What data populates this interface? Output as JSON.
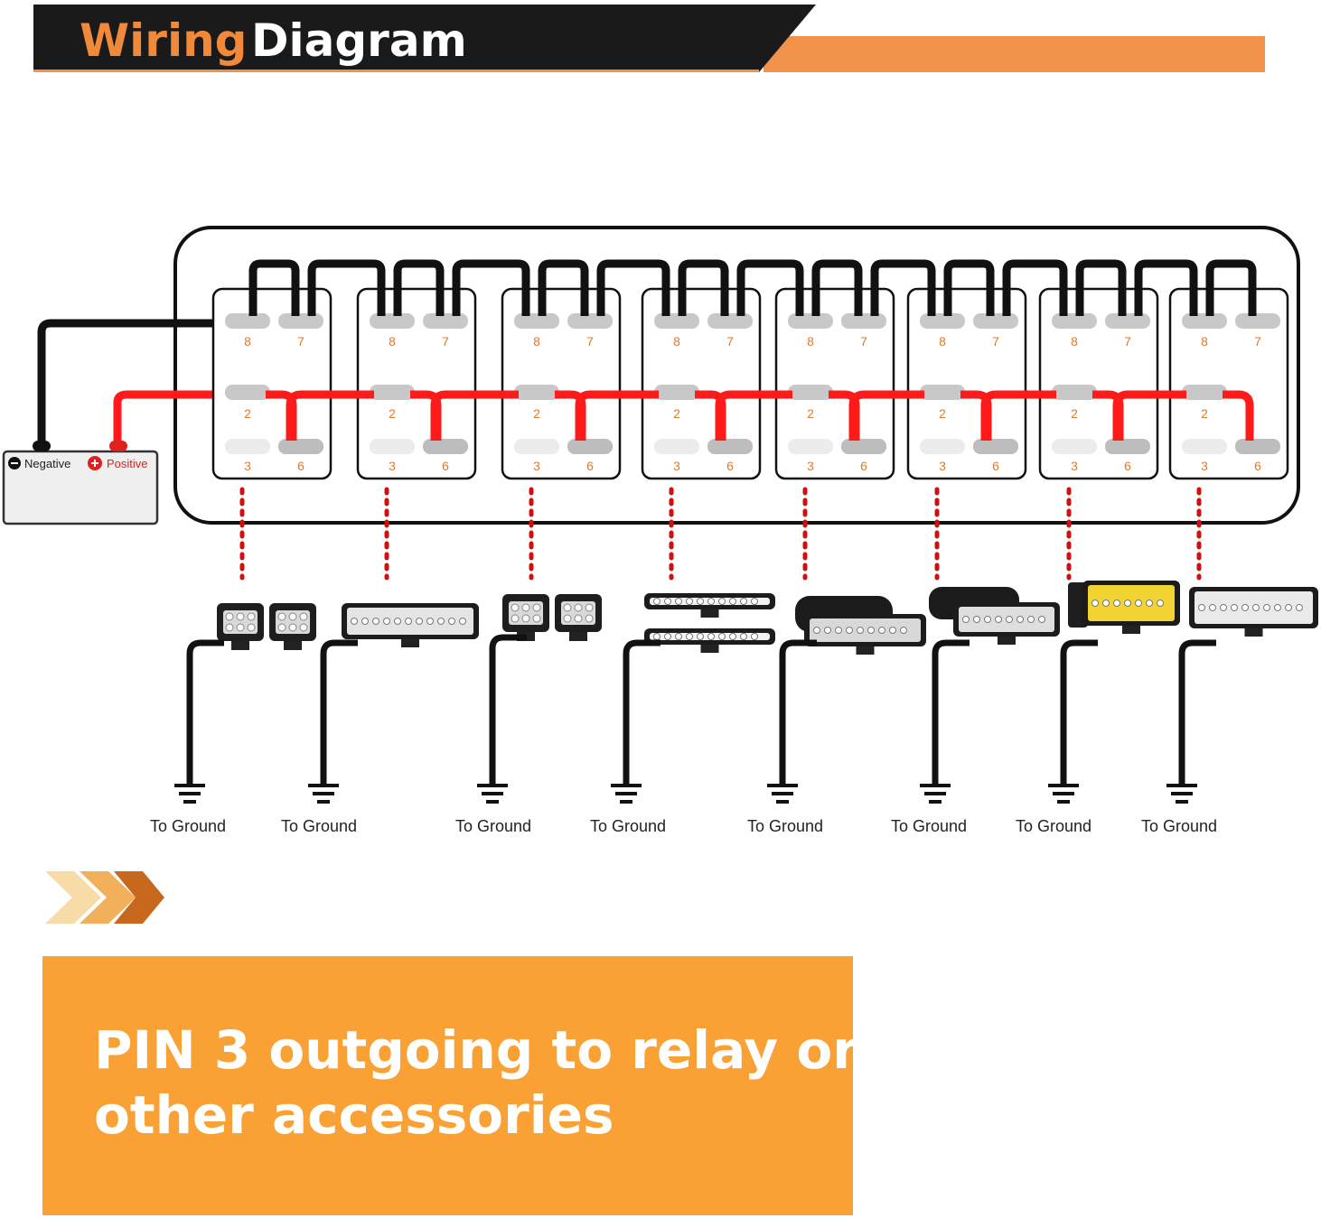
{
  "header": {
    "title_part1": "Wiring",
    "title_part2": "Diagram",
    "colors": {
      "dark": "#1a1a1a",
      "accent": "#f0924a",
      "title_accent": "#f0893a"
    }
  },
  "battery": {
    "negative_label": "Negative",
    "positive_label": "Positive",
    "negative_icon": "minus-circle-icon",
    "positive_icon": "plus-circle-icon"
  },
  "switch_panel": {
    "switch_count": 8,
    "pins": {
      "top_left": "8",
      "top_right": "7",
      "mid_left": "2",
      "bottom_left": "3",
      "bottom_right": "6"
    },
    "wire_colors": {
      "ground": "#111111",
      "power": "#ff1a1a",
      "signal": "#d01010"
    }
  },
  "lights": [
    {
      "type": "dual-cube-pod",
      "ground_label": "To Ground"
    },
    {
      "type": "led-light-bar-triple-row",
      "ground_label": "To Ground"
    },
    {
      "type": "dual-cube-pod",
      "ground_label": "To Ground"
    },
    {
      "type": "dual-slim-light-bar",
      "ground_label": "To Ground"
    },
    {
      "type": "flush-mount-work-light",
      "ground_label": "To Ground"
    },
    {
      "type": "flush-mount-work-light",
      "ground_label": "To Ground"
    },
    {
      "type": "amber-light-bar",
      "ground_label": "To Ground"
    },
    {
      "type": "double-row-light-bar",
      "ground_label": "To Ground"
    }
  ],
  "chevrons_icon": "triple-chevron-right-icon",
  "callout": {
    "line1": "PIN 3 outgoing to relay or",
    "line2": "other accessories",
    "bg_color": "#f9a135"
  }
}
